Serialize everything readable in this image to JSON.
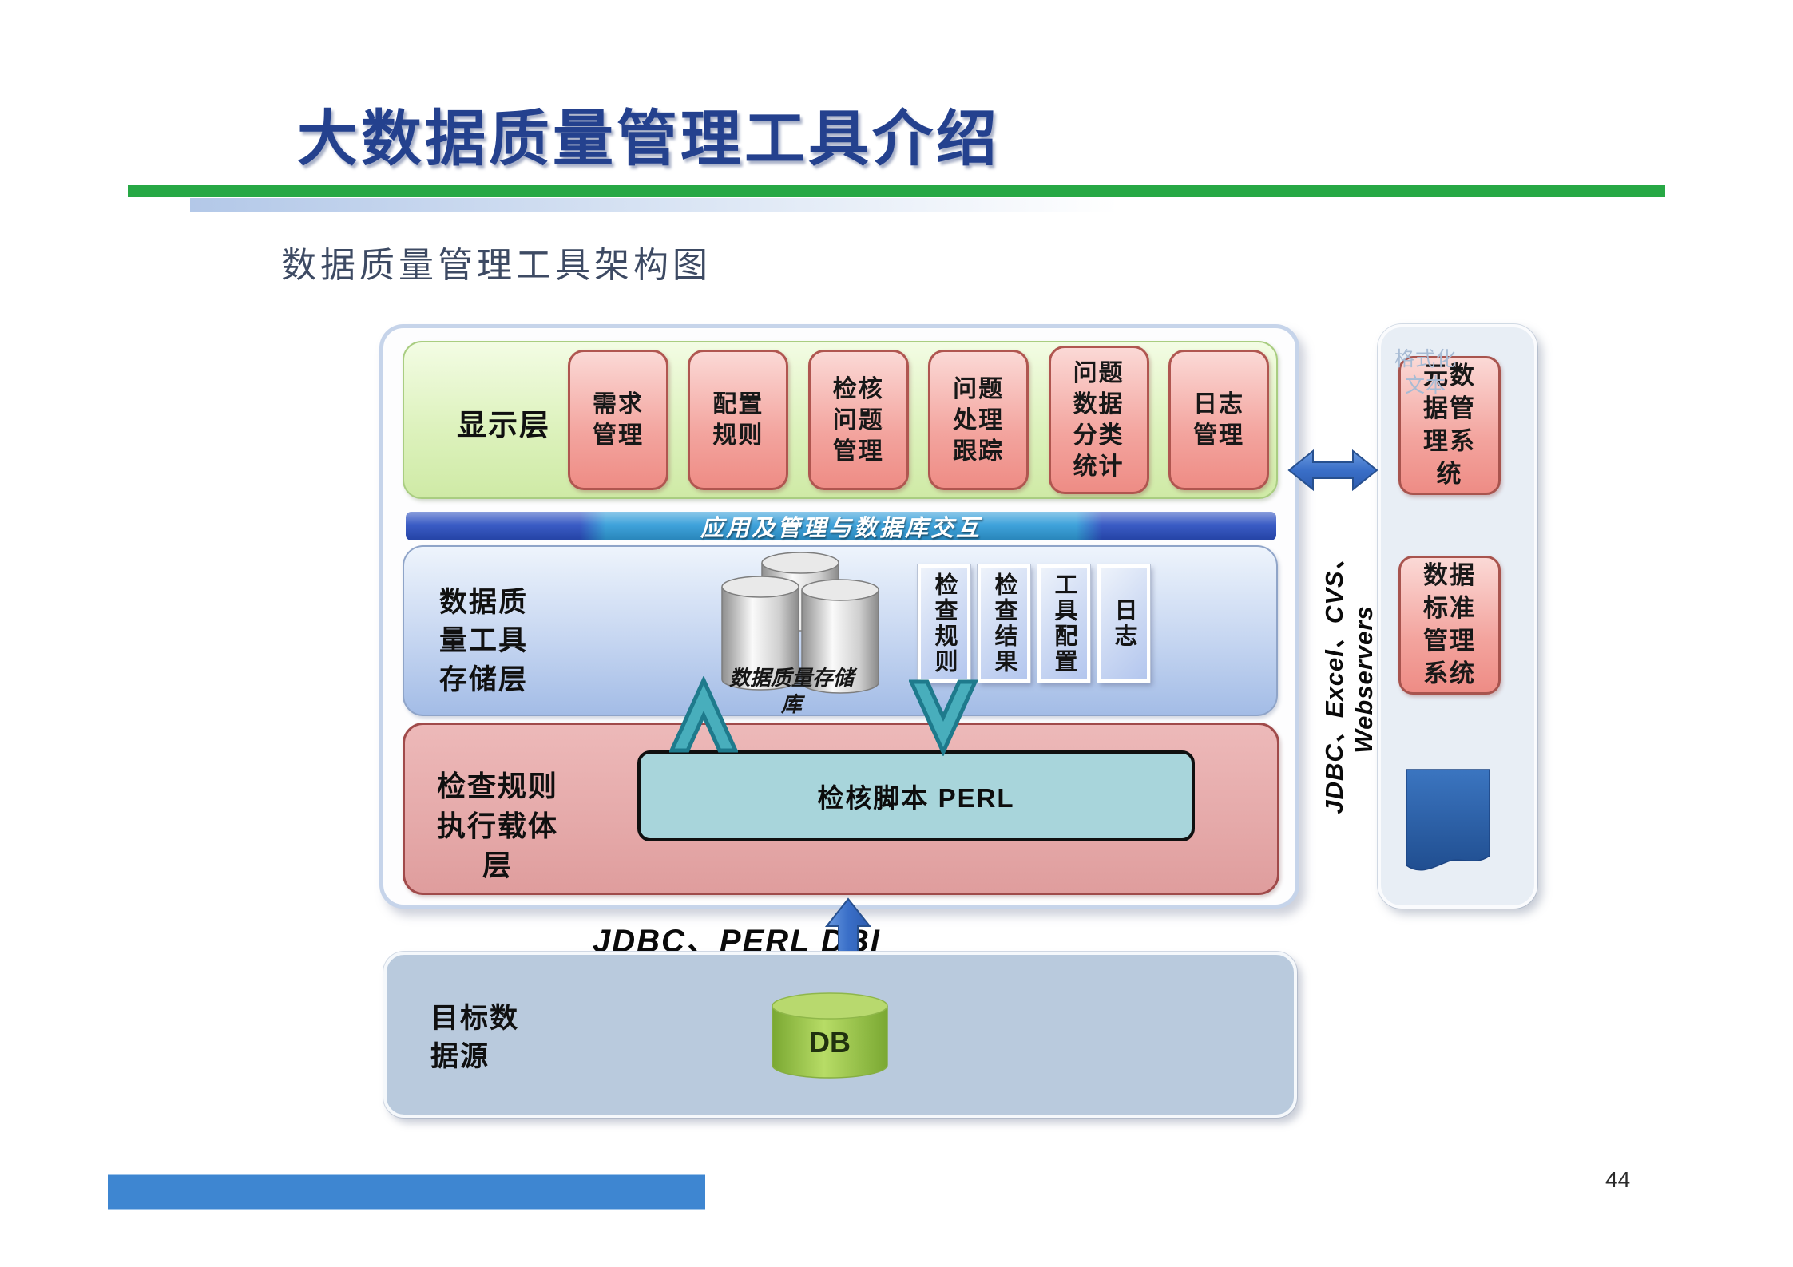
{
  "slide": {
    "title": "大数据质量管理工具介绍",
    "subtitle": "数据质量管理工具架构图",
    "page_number": "44"
  },
  "colors": {
    "title_blue": "#24418e",
    "accent_green": "#27a845",
    "display_layer_green": "#d9f0b4",
    "module_pink": "#f3a49e",
    "module_border": "#b05650",
    "interaction_bar_blue": "#2f9bd8",
    "interaction_bar_dark_blue": "#2a4ec0",
    "storage_layer_blue": "#aac2e8",
    "execution_layer_rose": "#e5a9a9",
    "script_box_teal": "#a8d5db",
    "chevron_teal": "#48aebc",
    "arrow_blue": "#3a6fc8",
    "target_layer_blue_gray": "#b9cadd",
    "db_green": "#9bc84c",
    "document_blue": "#2d65ad",
    "footer_bar_blue": "#3e86d1"
  },
  "diagram": {
    "display_layer": {
      "label": "显示层",
      "modules": [
        "需求管理",
        "配置规则",
        "检核问题管理",
        "问题处理跟踪",
        "问题数据分类统计",
        "日志管理"
      ]
    },
    "interaction_bar": {
      "label": "应用及管理与数据库交互"
    },
    "storage_layer": {
      "label": "数据质量工具存储层",
      "repository_label": "数据质量存储库",
      "stores": [
        "检查规则",
        "检查结果",
        "工具配置",
        "日志"
      ]
    },
    "execution_layer": {
      "label": "检查规则执行载体层",
      "script_box": "检核脚本 PERL"
    },
    "bottom_connector": {
      "label": "JDBC、PERL DBI"
    },
    "target_layer": {
      "label": "目标数据源",
      "db_label": "DB"
    },
    "right_connector": {
      "label": "JDBC、Excel、CVS、Webservers"
    },
    "right_panel": {
      "systems": [
        "元数据管理系统",
        "数据标准管理系统"
      ],
      "document": "格式化文本"
    }
  }
}
